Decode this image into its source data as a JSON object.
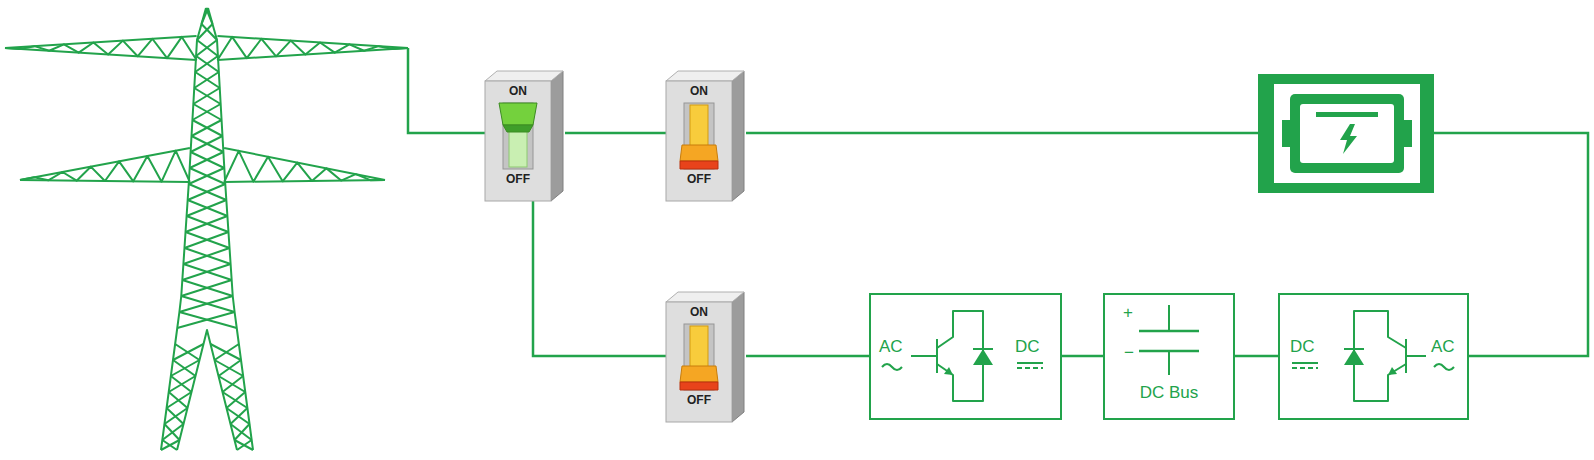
{
  "diagram": {
    "nodes": [
      {
        "text": [
          "ON",
          "OFF"
        ]
      },
      {
        "text": [
          "ON",
          "OFF"
        ]
      },
      {
        "text": [
          "ON",
          "OFF"
        ]
      },
      {
        "text": [
          "AC",
          "DC"
        ]
      },
      {
        "text": [
          "+",
          "−",
          "DC Bus"
        ]
      },
      {
        "text": [
          "DC",
          "AC"
        ]
      }
    ],
    "edges": [
      {
        "from": 0,
        "to": 1,
        "arrow": "none"
      },
      {
        "from": 0,
        "to": 2,
        "arrow": "none"
      },
      {
        "from": 2,
        "to": 3,
        "arrow": "none"
      },
      {
        "from": 3,
        "to": 4,
        "arrow": "none"
      },
      {
        "from": 4,
        "to": 5,
        "arrow": "none"
      }
    ]
  }
}
